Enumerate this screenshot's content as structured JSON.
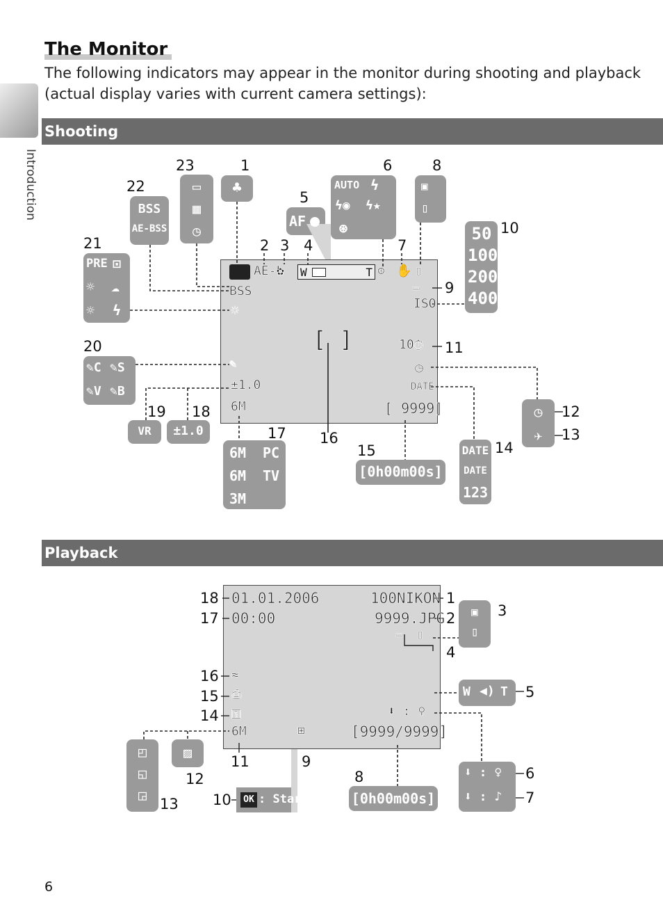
{
  "page": {
    "title": "The Monitor",
    "intro": "The following indicators may appear in the monitor during shooting and playback (actual display varies with current camera settings):",
    "side_label": "Introduction",
    "page_number": "6"
  },
  "sections": {
    "shooting": "Shooting",
    "playback": "Playback"
  },
  "shooting": {
    "callouts": [
      "1",
      "2",
      "3",
      "4",
      "5",
      "6",
      "7",
      "8",
      "9",
      "10",
      "11",
      "12",
      "13",
      "14",
      "15",
      "16",
      "17",
      "18",
      "19",
      "20",
      "21",
      "22",
      "23"
    ],
    "screen": {
      "ael": "AE-L",
      "zoom_w": "W",
      "zoom_t": "T",
      "bss": "BSS",
      "exposure": "±1.0",
      "iso": "ISO",
      "self_timer": "10",
      "date": "DATE",
      "frames": "[ 9999]",
      "focus_brackets": "[   ]"
    },
    "boxes": {
      "af": "AF",
      "flash_auto": "AUTO",
      "iso_values": [
        "50",
        "100",
        "200",
        "400"
      ],
      "bss_values": [
        "BSS",
        "AE-BSS"
      ],
      "scene_pre": "PRE",
      "exposure_value": "±1.0",
      "time_remaining": "[0h00m00s]",
      "date_values": [
        "DATE",
        "DATE",
        "123"
      ],
      "image_modes": [
        "6M",
        "PC",
        "6M",
        "TV",
        "3M"
      ],
      "vr": "VR"
    }
  },
  "playback": {
    "callouts": [
      "1",
      "2",
      "3",
      "4",
      "5",
      "6",
      "7",
      "8",
      "9",
      "10",
      "11",
      "12",
      "13",
      "14",
      "15",
      "16",
      "17",
      "18"
    ],
    "screen": {
      "date": "01.01.2006",
      "time": "00:00",
      "folder": "100NIKON",
      "file": "9999.JPG",
      "frame_counter": "[9999/9999]",
      "image_mode": "6M"
    },
    "boxes": {
      "zoom_w": "W",
      "zoom_t": "T",
      "time_remaining": "[0h00m00s]",
      "ok_label": "OK",
      "start_label": ": Start"
    }
  }
}
